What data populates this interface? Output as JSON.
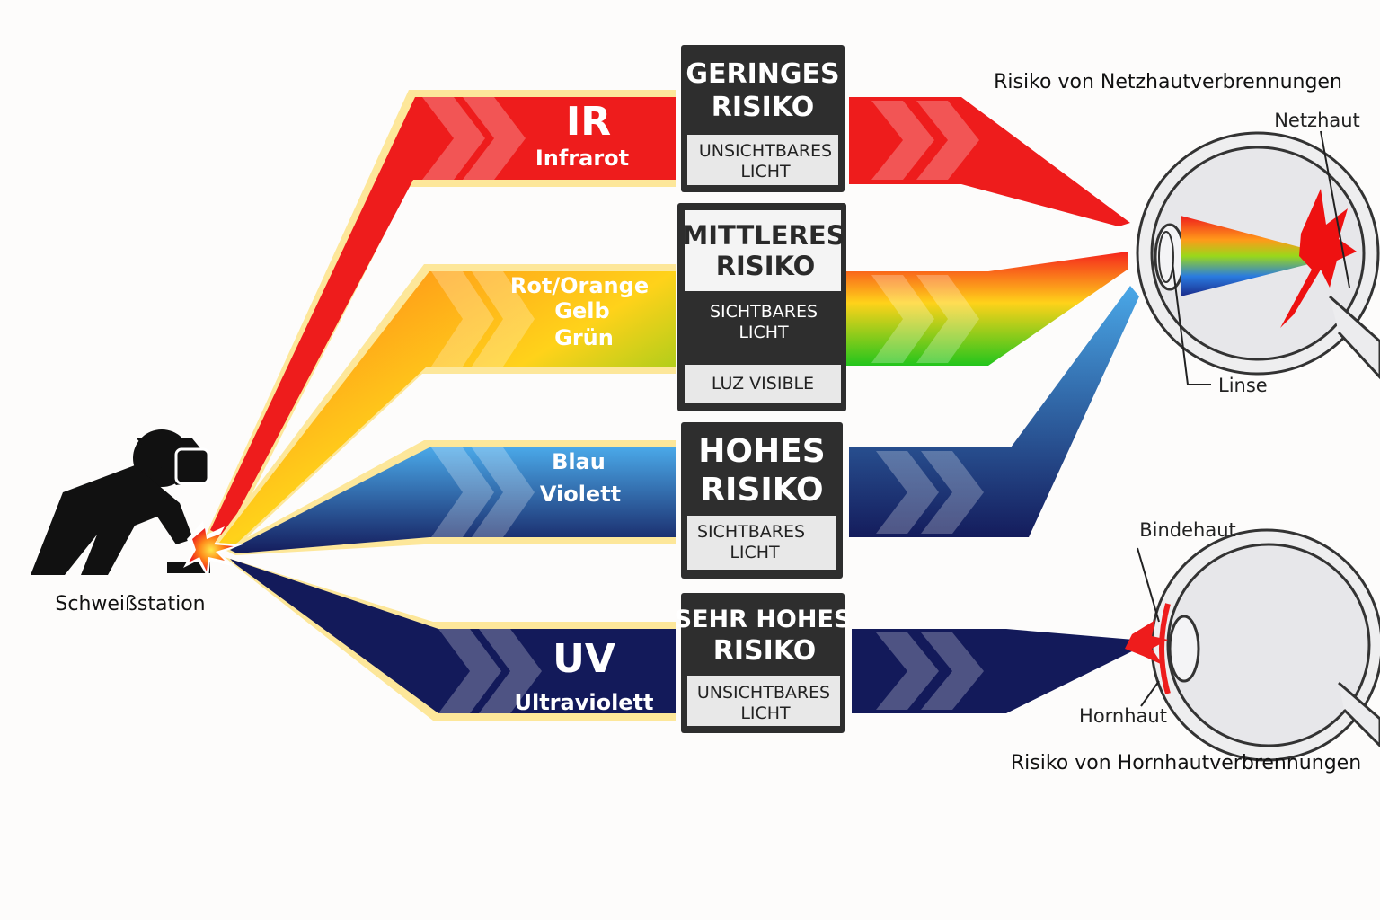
{
  "station": {
    "label": "Schweißstation"
  },
  "bands": [
    {
      "id": "ir",
      "name": "IR",
      "subtitle": "Infrarot",
      "color": "#ee1c1c",
      "risk_line1": "GERINGES",
      "risk_line2": "RISIKO",
      "light_line1": "UNSICHTBARES",
      "light_line2": "LICHT"
    },
    {
      "id": "visible",
      "colors_text": [
        "Rot/Orange",
        "Gelb",
        "Grün"
      ],
      "color_top": "#f5241c",
      "color_mid": "#ffd21a",
      "color_bottom": "#22c51c",
      "risk_line1": "MITTLERES",
      "risk_line2": "RISIKO",
      "light_line1": "SICHTBARES",
      "light_line2": "LICHT",
      "extra_label": "LUZ VISIBLE"
    },
    {
      "id": "blue",
      "colors_text": [
        "Blau",
        "Violett"
      ],
      "color_top": "#4aa8e8",
      "color_bottom": "#141c5c",
      "risk_line1": "HOHES",
      "risk_line2": "RISIKO",
      "light_line1": "SICHTBARES",
      "light_line2": "LICHT"
    },
    {
      "id": "uv",
      "name": "UV",
      "subtitle": "Ultraviolett",
      "color": "#131a5a",
      "risk_line1": "SEHR HOHES",
      "risk_line2": "RISIKO",
      "light_line1": "UNSICHTBARES",
      "light_line2": "LICHT"
    }
  ],
  "eye_top": {
    "title": "Risiko von Netzhautverbrennungen",
    "labels": {
      "retina": "Netzhaut",
      "lens": "Linse"
    }
  },
  "eye_bottom": {
    "title": "Risiko von Hornhautverbrennungen",
    "labels": {
      "conjunctiva": "Bindehaut",
      "cornea": "Hornhaut"
    }
  }
}
